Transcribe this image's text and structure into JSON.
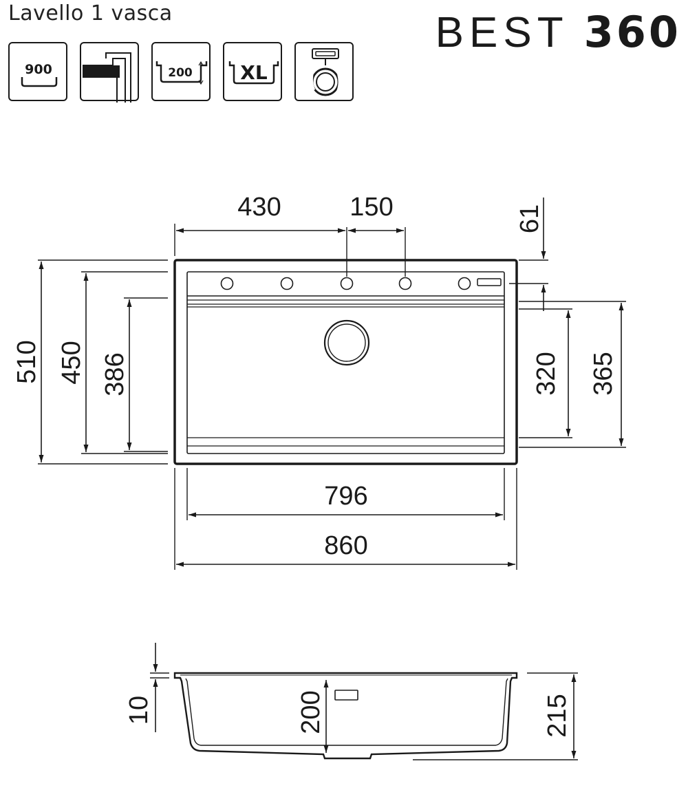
{
  "header": {
    "subtitle": "Lavello 1 vasca",
    "brand_light": "BEST",
    "brand_bold": "360"
  },
  "icons": [
    {
      "name": "cabinet-900-icon",
      "label": "900"
    },
    {
      "name": "flush-mount-icon",
      "label": ""
    },
    {
      "name": "bowl-depth-200-icon",
      "label": "200"
    },
    {
      "name": "xl-bowl-icon",
      "label": "XL"
    },
    {
      "name": "drain-overflow-icon",
      "label": ""
    }
  ],
  "dimensions": {
    "taphole_offset": "430",
    "taphole_spacing": "150",
    "back_margin": "61",
    "overall_depth": "510",
    "inner_depth": "450",
    "bowl_depth": "386",
    "bowl_inner_depth": "320",
    "deck_depth": "365",
    "bowl_width": "796",
    "overall_width": "860",
    "rim_thickness": "10",
    "bowl_height": "200",
    "total_height": "215"
  },
  "colors": {
    "line": "#1a1a1a",
    "background": "#ffffff"
  }
}
